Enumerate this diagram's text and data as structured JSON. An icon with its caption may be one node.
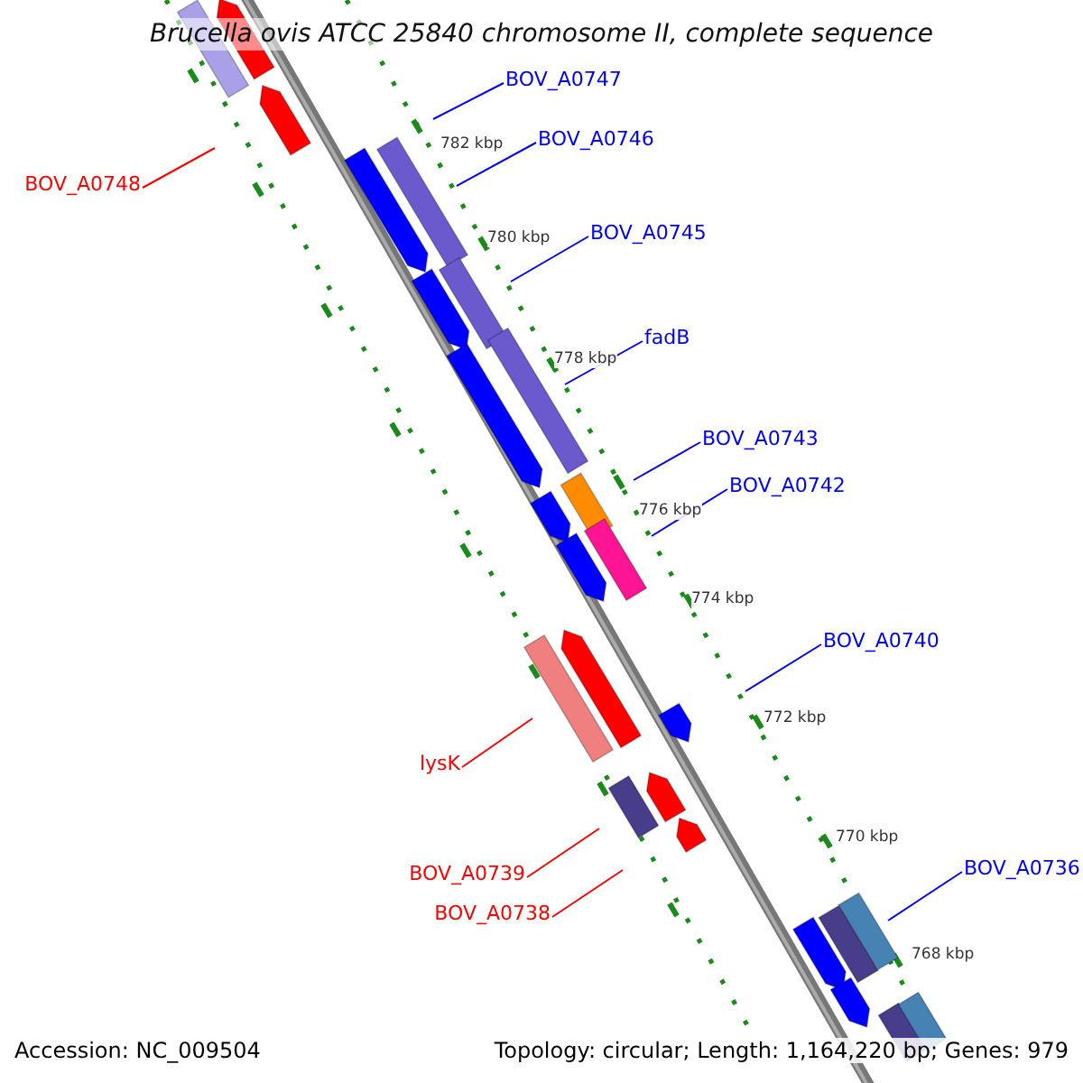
{
  "diagram": {
    "title": "Brucella ovis ATCC 25840 chromosome II, complete sequence",
    "nodes": [
      {
        "text": [
          "BOV_A0747"
        ]
      },
      {
        "text": [
          "BOV_A0746"
        ]
      },
      {
        "text": [
          "BOV_A0748"
        ]
      },
      {
        "text": [
          "BOV_A0745"
        ]
      },
      {
        "text": [
          "fadB"
        ]
      },
      {
        "text": [
          "BOV_A0743"
        ]
      },
      {
        "text": [
          "BOV_A0742"
        ]
      },
      {
        "text": [
          "BOV_A0740"
        ]
      },
      {
        "text": [
          "lysK"
        ]
      },
      {
        "text": [
          "BOV_A0736"
        ]
      },
      {
        "text": [
          "BOV_A0739"
        ]
      },
      {
        "text": [
          "BOV_A0738"
        ]
      }
    ],
    "edges": [
      {
        "from": 0,
        "to": null,
        "arrow": "none"
      },
      {
        "from": 1,
        "to": null,
        "arrow": "none"
      },
      {
        "from": 2,
        "to": null,
        "arrow": "none",
        "color": "#ff0000"
      },
      {
        "from": 3,
        "to": null,
        "arrow": "none"
      },
      {
        "from": 4,
        "to": null,
        "arrow": "none"
      },
      {
        "from": 5,
        "to": null,
        "arrow": "none"
      },
      {
        "from": 6,
        "to": null,
        "arrow": "none"
      },
      {
        "from": 7,
        "to": null,
        "arrow": "none"
      },
      {
        "from": 8,
        "to": null,
        "arrow": "none",
        "color": "#ff0000"
      },
      {
        "from": 9,
        "to": null,
        "arrow": "none"
      },
      {
        "from": 10,
        "to": null,
        "arrow": "none",
        "color": "#ff0000"
      },
      {
        "from": 11,
        "to": null,
        "arrow": "none",
        "color": "#ff0000"
      }
    ],
    "labels": [
      "782 kbp",
      "780 kbp",
      "778 kbp",
      "776 kbp",
      "774 kbp",
      "772 kbp",
      "770 kbp",
      "768 kbp",
      "Accession: NC_009504",
      "Topology: circular; Length: 1,164,220 bp; Genes: 979"
    ]
  }
}
